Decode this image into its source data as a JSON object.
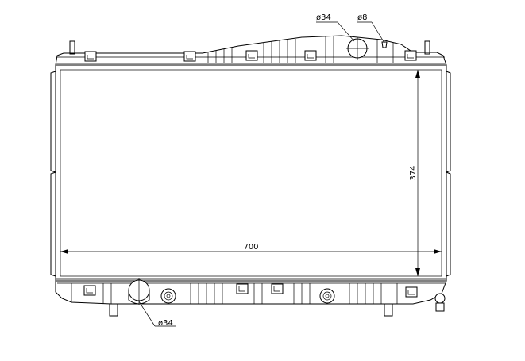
{
  "dimensions": {
    "width_label": "700",
    "height_label": "374",
    "top_inlet_label": "ø34",
    "bleed_label": "ø8",
    "bottom_outlet_label": "ø34"
  }
}
